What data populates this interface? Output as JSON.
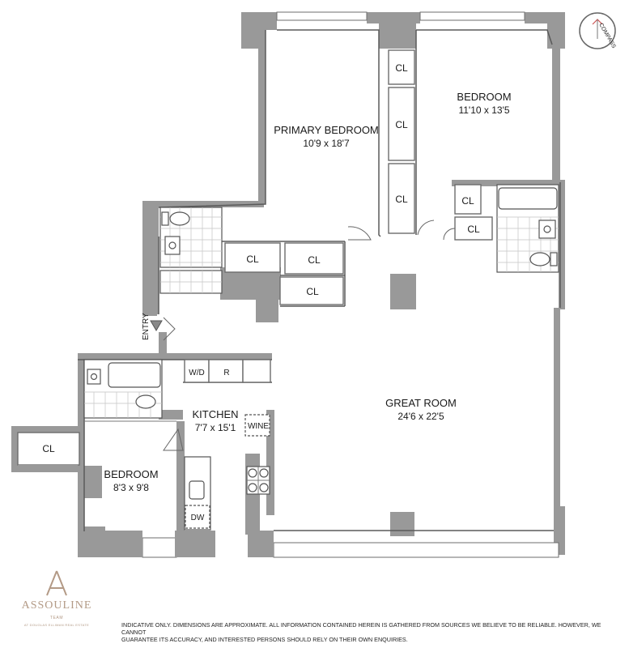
{
  "rooms": {
    "primary_bedroom": {
      "name": "PRIMARY BEDROOM",
      "dims": "10'9 x 18'7"
    },
    "bedroom_east": {
      "name": "BEDROOM",
      "dims": "11'10 x 13'5"
    },
    "great_room": {
      "name": "GREAT ROOM",
      "dims": "24'6 x 22'5"
    },
    "kitchen": {
      "name": "KITCHEN",
      "dims": "7'7 x 15'1"
    },
    "bedroom_west": {
      "name": "BEDROOM",
      "dims": "8'3 x 9'8"
    }
  },
  "closet_label": "CL",
  "labels": {
    "entry": "ENTRY",
    "wd": "W/D",
    "r": "R",
    "wine": "WINE",
    "dw": "DW",
    "compass": "COMPASS"
  },
  "brand": {
    "name": "ASSOULINE",
    "sub": "TEAM",
    "sub2": "AT DOUGLAS ELLIMAN REAL ESTATE",
    "color": "#b39a86"
  },
  "disclaimer": "INDICATIVE ONLY. DIMENSIONS ARE APPROXIMATE. ALL INFORMATION CONTAINED HEREIN IS GATHERED FROM SOURCES WE BELIEVE TO BE RELIABLE. HOWEVER, WE CANNOT\nGUARANTEE ITS ACCURACY, AND INTERESTED PERSONS SHOULD RELY ON THEIR OWN ENQUIRIES.",
  "colors": {
    "wall": "#999999",
    "line": "#5a5a5a"
  }
}
